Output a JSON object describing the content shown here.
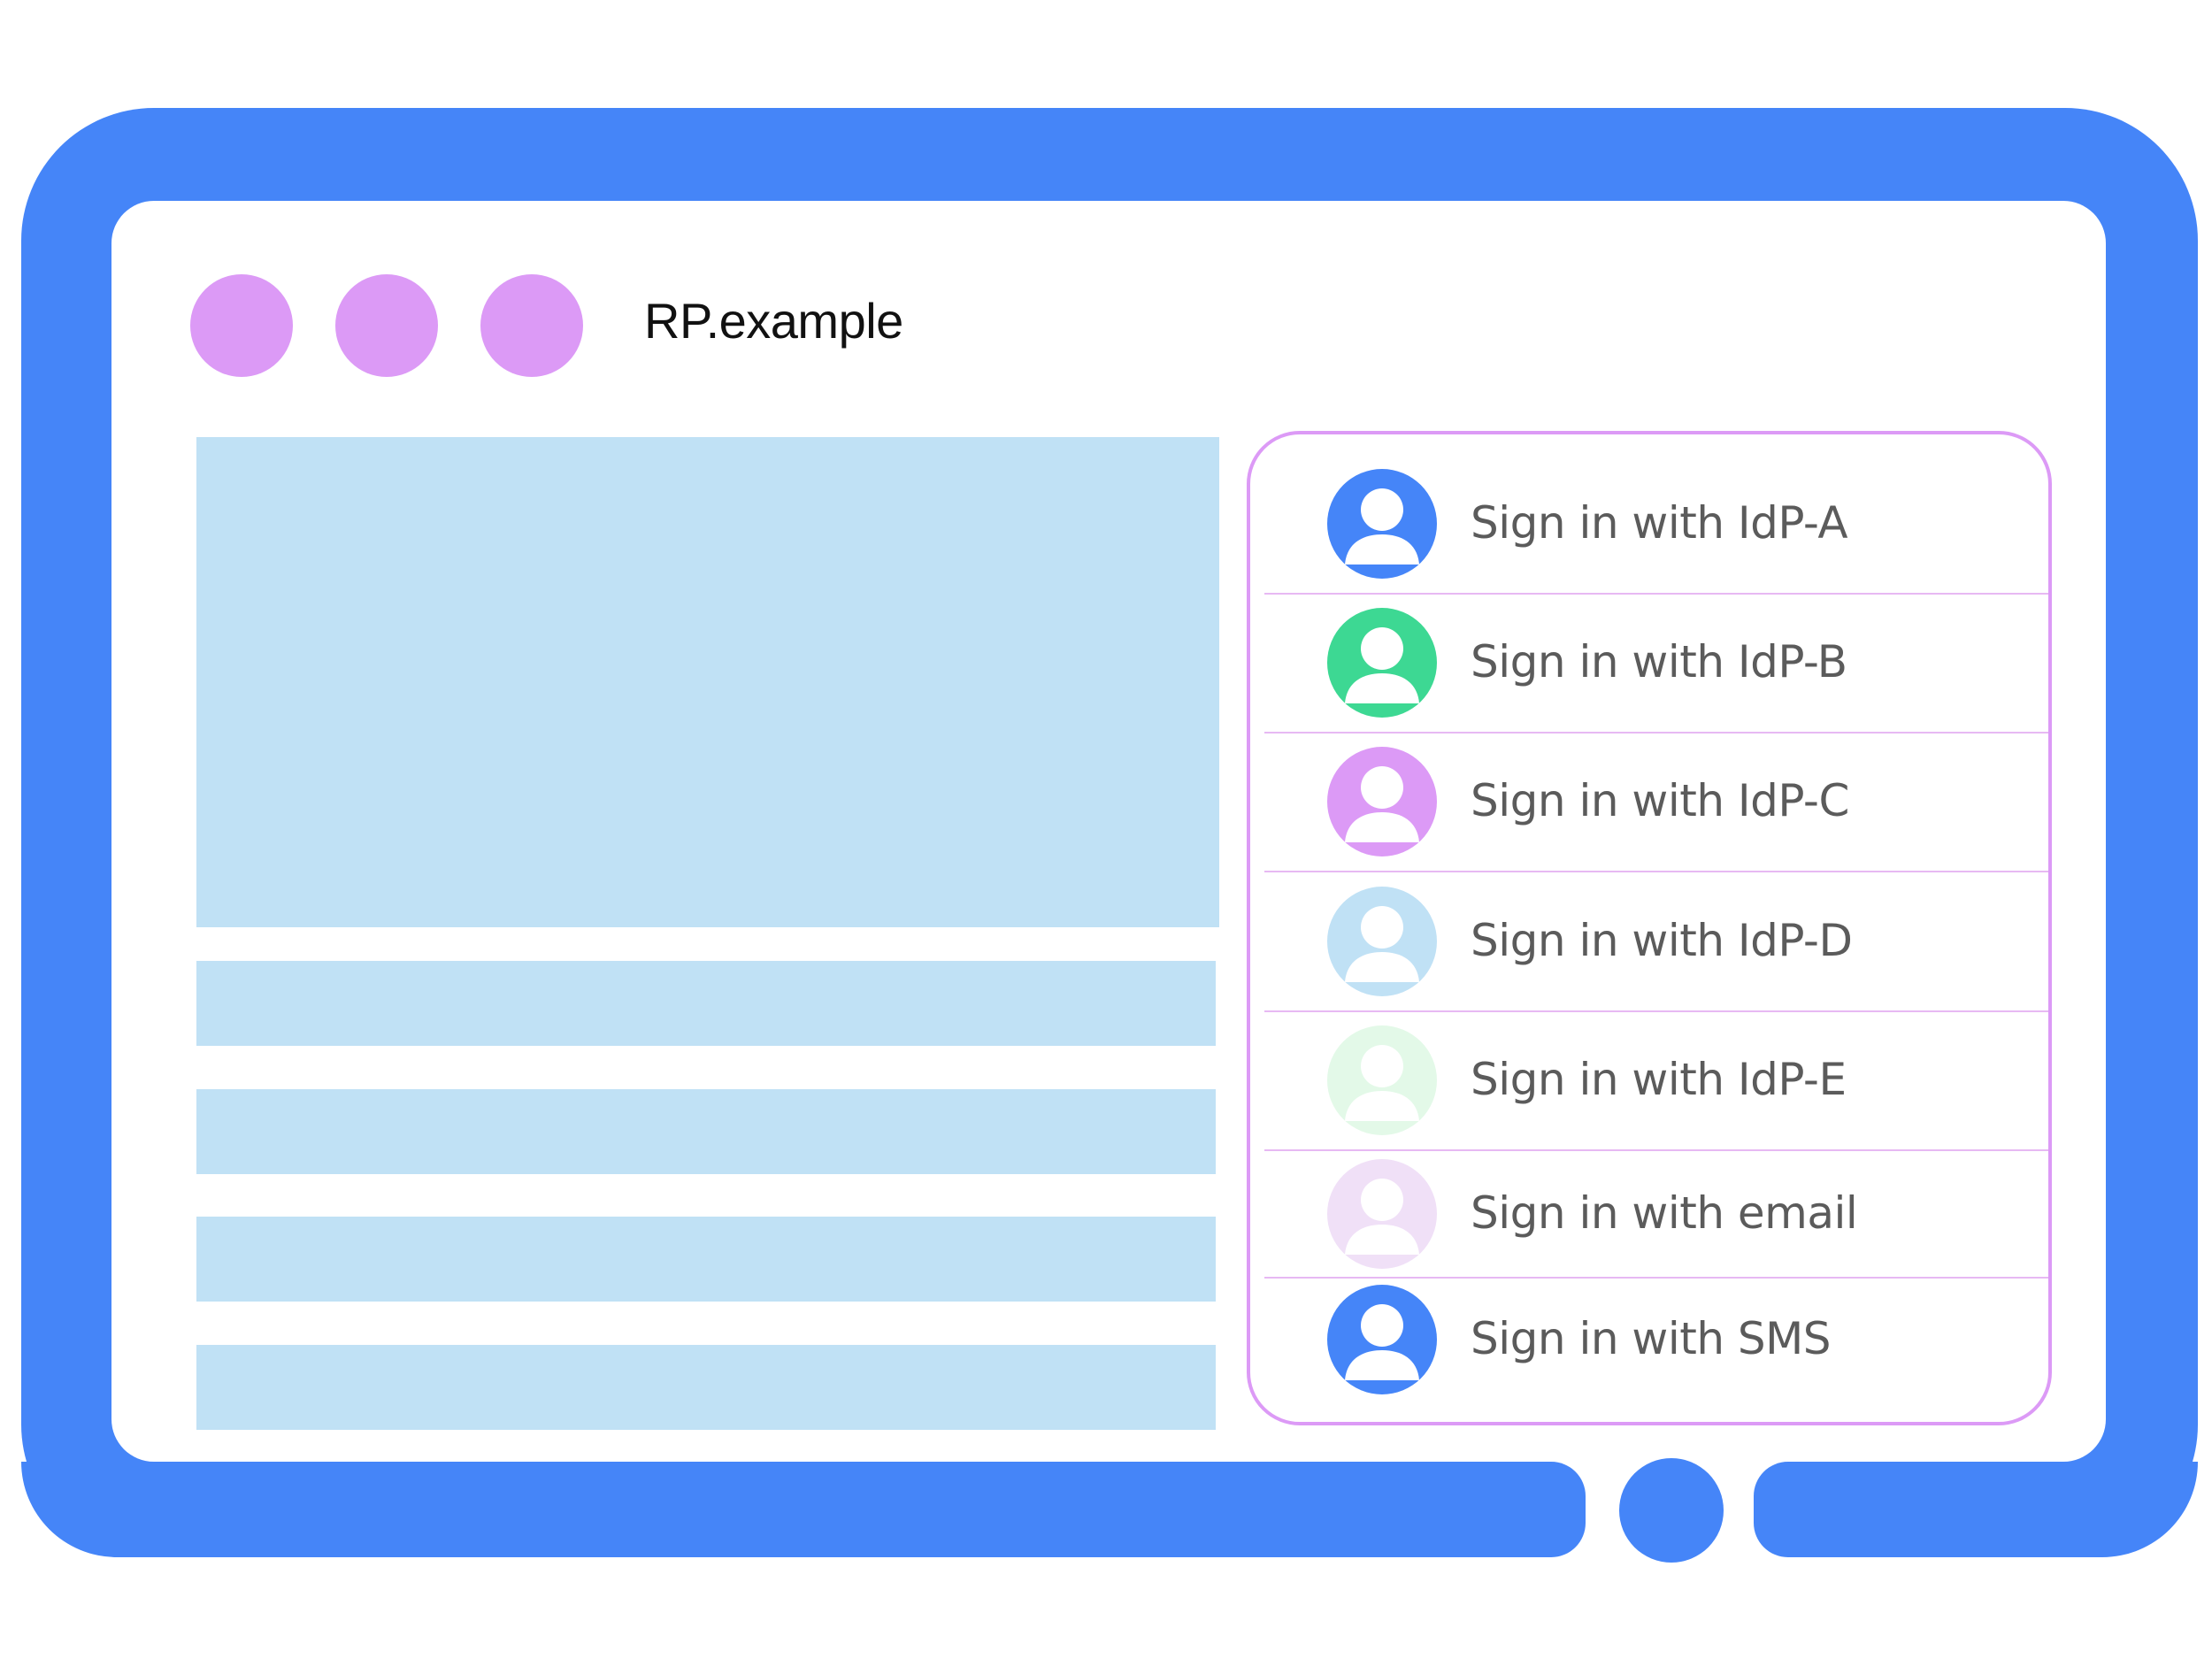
{
  "site": {
    "title": "RP.example"
  },
  "colors": {
    "frame": "#4585F8",
    "window_dot": "#DC9AF6",
    "content_block": "#C0E1F5",
    "panel_border": "#DC9AF6"
  },
  "signin_options": [
    {
      "label": "Sign in with IdP-A",
      "icon": "user-avatar-icon",
      "color": "#4585F8"
    },
    {
      "label": "Sign in with IdP-B",
      "icon": "user-avatar-icon",
      "color": "#3DD893"
    },
    {
      "label": "Sign in with IdP-C",
      "icon": "user-avatar-icon",
      "color": "#DC9AF6"
    },
    {
      "label": "Sign in with IdP-D",
      "icon": "user-avatar-icon",
      "color": "#C0E1F5"
    },
    {
      "label": "Sign in with IdP-E",
      "icon": "user-avatar-icon",
      "color": "#E3F9E8"
    },
    {
      "label": "Sign in with email",
      "icon": "user-avatar-icon",
      "color": "#F0E0F7"
    },
    {
      "label": "Sign in with SMS",
      "icon": "user-avatar-icon",
      "color": "#4585F8"
    }
  ]
}
